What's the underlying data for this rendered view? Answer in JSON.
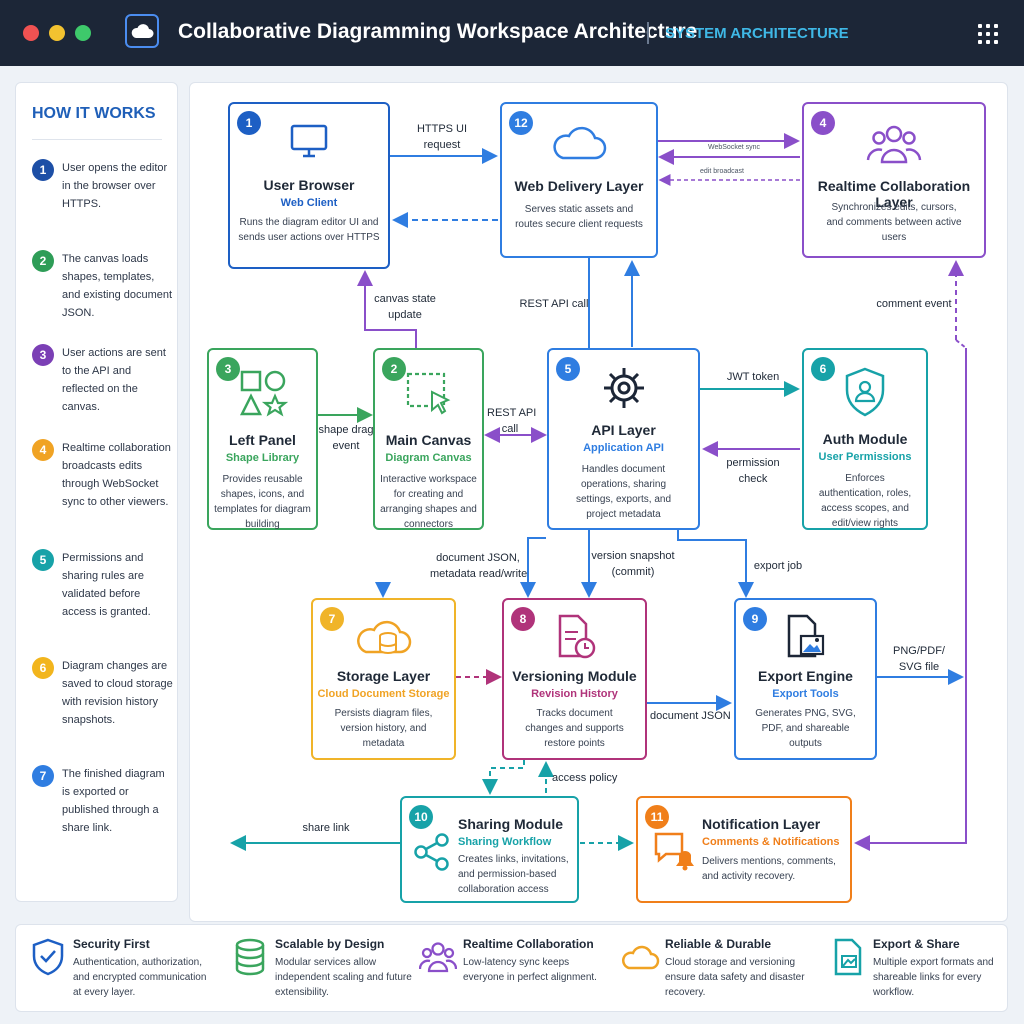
{
  "window": {
    "title": "Collaborative Diagramming Workspace Architecture",
    "subtitle": "SYSTEM ARCHITECTURE",
    "icons": [
      "cloud-icon",
      "grid-menu-icon"
    ],
    "traffic_lights": [
      "#f05252",
      "#f2c230",
      "#3ec96b"
    ]
  },
  "sidebar": {
    "title": "HOW IT WORKS",
    "steps": [
      {
        "num": "1",
        "text": "User opens the editor in the browser over HTTPS.",
        "color": "#1d4fa6"
      },
      {
        "num": "2",
        "text": "The canvas loads shapes, templates, and existing document JSON.",
        "color": "#2e9d57"
      },
      {
        "num": "3",
        "text": "User actions are sent to the API and reflected on the canvas.",
        "color": "#7b3fb5"
      },
      {
        "num": "4",
        "text": "Realtime collaboration broadcasts edits through WebSocket sync to other viewers.",
        "color": "#f0a324"
      },
      {
        "num": "5",
        "text": "Permissions and sharing rules are validated before access is granted.",
        "color": "#17a2a8"
      },
      {
        "num": "6",
        "text": "Diagram changes are saved to cloud storage with revision history snapshots.",
        "color": "#f2b51d"
      },
      {
        "num": "7",
        "text": "The finished diagram is exported or published through a share link.",
        "color": "#2f7de1"
      }
    ]
  },
  "nodes": {
    "browser": {
      "num": "1",
      "title": "User Browser",
      "sub": "Web Client",
      "desc": "Runs the diagram editor UI and sends user actions over HTTPS",
      "color": "#1d5fc4"
    },
    "web": {
      "num": "12",
      "title": "Web Delivery Layer",
      "sub": "",
      "desc": "Serves static assets and routes secure client requests",
      "color": "#2f7de1"
    },
    "rt": {
      "num": "4",
      "title": "Realtime Collaboration Layer",
      "sub": "",
      "desc": "Synchronizes edits, cursors, and comments between active users",
      "color": "#8a4fc9"
    },
    "left": {
      "num": "3",
      "title": "Left Panel",
      "sub": "Shape Library",
      "desc": "Provides reusable shapes, icons, and templates for diagram building",
      "color": "#3aa55d"
    },
    "canvas": {
      "num": "2",
      "title": "Main Canvas",
      "sub": "Diagram Canvas",
      "desc": "Interactive workspace for creating and arranging shapes and connectors",
      "color": "#3aa55d"
    },
    "api": {
      "num": "5",
      "title": "API Layer",
      "sub": "Application API",
      "desc": "Handles document operations, sharing settings, exports, and project metadata",
      "color": "#2f7de1"
    },
    "auth": {
      "num": "6",
      "title": "Auth Module",
      "sub": "User Permissions",
      "desc": "Enforces authentication, roles, access scopes, and edit/view rights",
      "color": "#17a2a8"
    },
    "storage": {
      "num": "7",
      "title": "Storage Layer",
      "sub": "Cloud Document Storage",
      "desc": "Persists diagram files, version history, and metadata",
      "color": "#f0b429"
    },
    "version": {
      "num": "8",
      "title": "Versioning Module",
      "sub": "Revision History",
      "desc": "Tracks document changes and supports restore points",
      "color": "#b0337a"
    },
    "export": {
      "num": "9",
      "title": "Export Engine",
      "sub": "Export Tools",
      "desc": "Generates PNG, SVG, PDF, and shareable outputs",
      "color": "#2f7de1"
    },
    "sharing": {
      "num": "10",
      "title": "Sharing Module",
      "sub": "Sharing Workflow",
      "desc": "Creates links, invitations, and permission-based collaboration access",
      "color": "#17a2a8"
    },
    "notify": {
      "num": "11",
      "title": "Notification Layer",
      "sub": "Comments & Notifications",
      "desc": "Delivers mentions, comments, and activity recovery.",
      "color": "#f07f1a"
    }
  },
  "labels": {
    "https": "HTTPS UI\nrequest",
    "canvas_state": "canvas state\nupdate",
    "rest1": "REST API call",
    "comment_event": "comment event",
    "shape_drag": "shape drag\nevent",
    "rest2": "REST API\ncall",
    "jwt": "JWT token",
    "perm": "permission\ncheck",
    "docjson": "document JSON,\nmetadata read/write",
    "snapshot": "version snapshot\n(commit)",
    "export_job": "export job",
    "pngpdf": "PNG/PDF/\nSVG file",
    "docjson2": "document JSON",
    "access": "access policy",
    "share": "share link",
    "ws1": "WebSocket sync",
    "ws2": "edit broadcast"
  },
  "footer": [
    {
      "title": "Security First",
      "desc": "Authentication, authorization, and encrypted communication at every layer.",
      "icon": "shield-icon",
      "color": "#1d5fc4"
    },
    {
      "title": "Scalable by Design",
      "desc": "Modular services allow independent scaling and future extensibility.",
      "icon": "database-icon",
      "color": "#3aa55d"
    },
    {
      "title": "Realtime Collaboration",
      "desc": "Low-latency sync keeps everyone in perfect alignment.",
      "icon": "users-icon",
      "color": "#8a4fc9"
    },
    {
      "title": "Reliable & Durable",
      "desc": "Cloud storage and versioning ensure data safety and disaster recovery.",
      "icon": "cloud-icon",
      "color": "#f0a324"
    },
    {
      "title": "Export & Share",
      "desc": "Multiple export formats and shareable links for every workflow.",
      "icon": "export-icon",
      "color": "#17a2a8"
    }
  ]
}
